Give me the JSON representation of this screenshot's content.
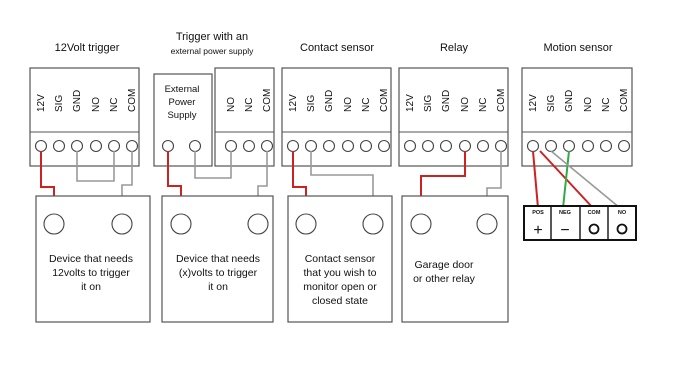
{
  "panels": [
    {
      "title": [
        "12Volt trigger"
      ],
      "pins": [
        "12V",
        "SIG",
        "GND",
        "NO",
        "NC",
        "COM"
      ],
      "device": [
        "Device that needs",
        "12volts to trigger",
        "it on"
      ]
    },
    {
      "title": [
        "Trigger with an",
        "external power supply"
      ],
      "external": [
        "External",
        "Power",
        "Supply"
      ],
      "pins": [
        "NO",
        "NC",
        "COM"
      ],
      "device": [
        "Device that needs",
        "(x)volts to trigger",
        "it on"
      ]
    },
    {
      "title": [
        "Contact sensor"
      ],
      "pins": [
        "12V",
        "SIG",
        "GND",
        "NO",
        "NC",
        "COM"
      ],
      "device": [
        "Contact sensor",
        "that you wish to",
        "monitor open or",
        "closed state"
      ]
    },
    {
      "title": [
        "Relay"
      ],
      "pins": [
        "12V",
        "SIG",
        "GND",
        "NO",
        "NC",
        "COM"
      ],
      "device": [
        "Garage door",
        "or other relay"
      ]
    },
    {
      "title": [
        "Motion sensor"
      ],
      "pins": [
        "12V",
        "SIG",
        "GND",
        "NO",
        "NC",
        "COM"
      ],
      "sensor_labels": [
        "POS",
        "NEG",
        "COM",
        "NO"
      ],
      "sensor_symbols": [
        "+",
        "−"
      ]
    }
  ],
  "colors": {
    "red": "#cc2222",
    "gray": "#999999",
    "green": "#33aa44",
    "outline": "#555555"
  }
}
